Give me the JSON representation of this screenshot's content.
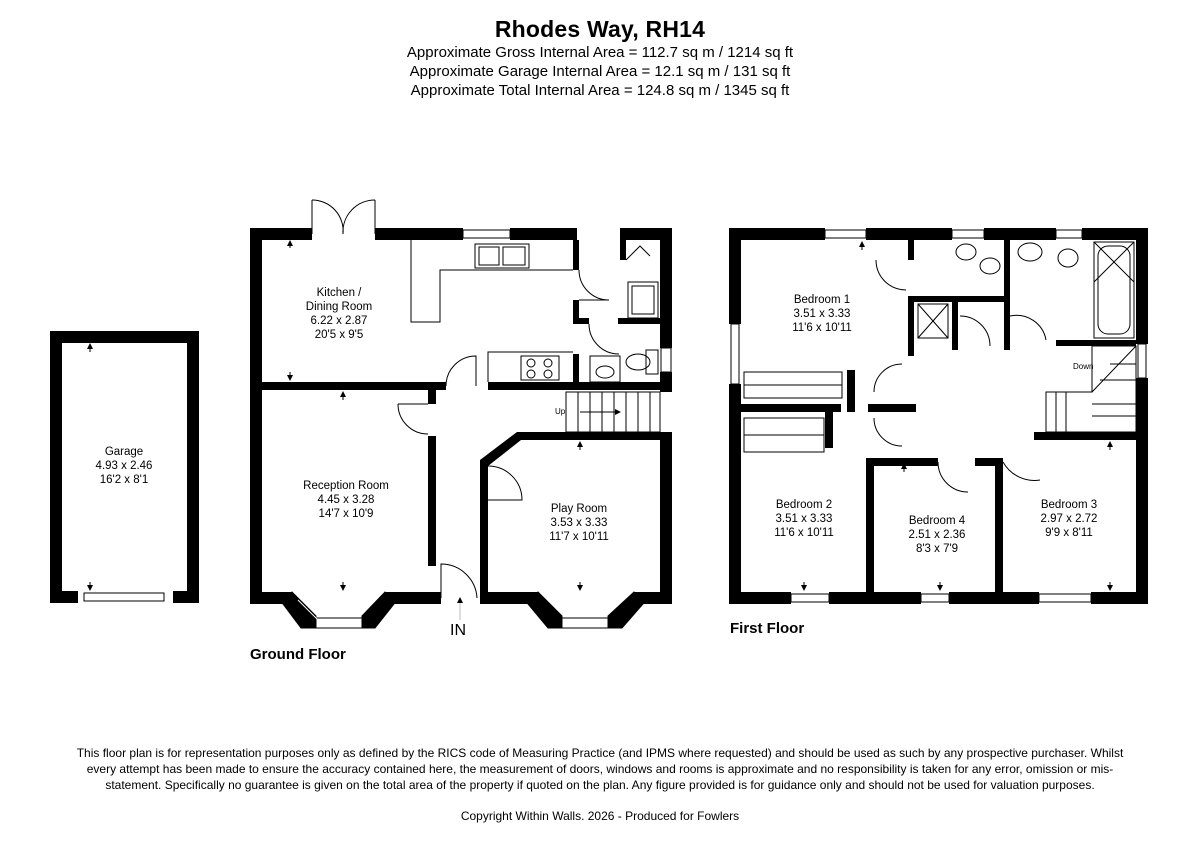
{
  "header": {
    "title": "Rhodes Way, RH14",
    "areas": [
      "Approximate Gross Internal Area = 112.7 sq m / 1214 sq ft",
      "Approximate Garage Internal Area = 12.1 sq m / 131 sq ft",
      "Approximate Total Internal Area = 124.8 sq m / 1345 sq ft"
    ]
  },
  "rooms": {
    "garage": {
      "name": "Garage",
      "metric": "4.93 x 2.46",
      "imperial": "16'2 x 8'1"
    },
    "kitchen": {
      "name1": "Kitchen /",
      "name2": "Dining Room",
      "metric": "6.22 x 2.87",
      "imperial": "20'5 x 9'5"
    },
    "reception": {
      "name": "Reception Room",
      "metric": "4.45 x 3.28",
      "imperial": "14'7 x 10'9"
    },
    "play": {
      "name": "Play Room",
      "metric": "3.53 x 3.33",
      "imperial": "11'7 x 10'11"
    },
    "bed1": {
      "name": "Bedroom 1",
      "metric": "3.51 x 3.33",
      "imperial": "11'6 x 10'11"
    },
    "bed2": {
      "name": "Bedroom 2",
      "metric": "3.51 x 3.33",
      "imperial": "11'6 x 10'11"
    },
    "bed3": {
      "name": "Bedroom 3",
      "metric": "2.97 x 2.72",
      "imperial": "9'9 x 8'11"
    },
    "bed4": {
      "name": "Bedroom 4",
      "metric": "2.51 x 2.36",
      "imperial": "8'3 x 7'9"
    }
  },
  "labels": {
    "ground_floor": "Ground Floor",
    "first_floor": "First Floor",
    "entrance": "IN",
    "stairs_up": "Up",
    "stairs_down": "Down"
  },
  "footer": {
    "disclaimer": "This floor plan is for representation purposes only as defined by the RICS code of Measuring Practice (and IPMS where requested) and should be used as such by any prospective purchaser. Whilst every attempt has been made to ensure the accuracy contained here, the measurement of doors, windows and rooms is approximate and no responsibility is taken for any error, omission or mis-statement. Specifically no guarantee is given on the total area of the property if quoted on the plan. Any figure provided is for guidance only and should not be used for valuation purposes.",
    "copyright": "Copyright Within Walls. 2026 - Produced for Fowlers"
  }
}
